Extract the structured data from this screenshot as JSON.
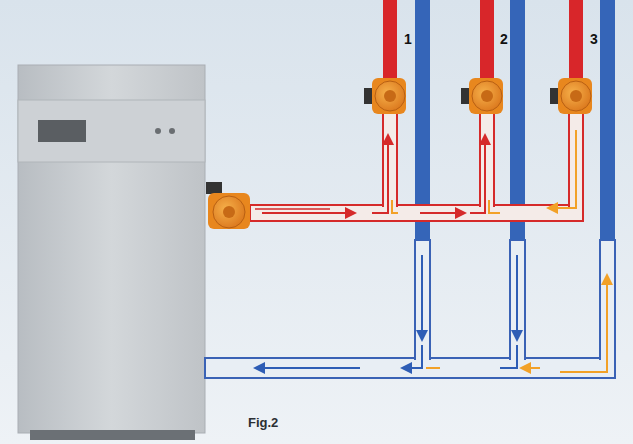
{
  "diagram": {
    "caption": "Fig.2",
    "labels": [
      "1",
      "2",
      "3"
    ]
  }
}
